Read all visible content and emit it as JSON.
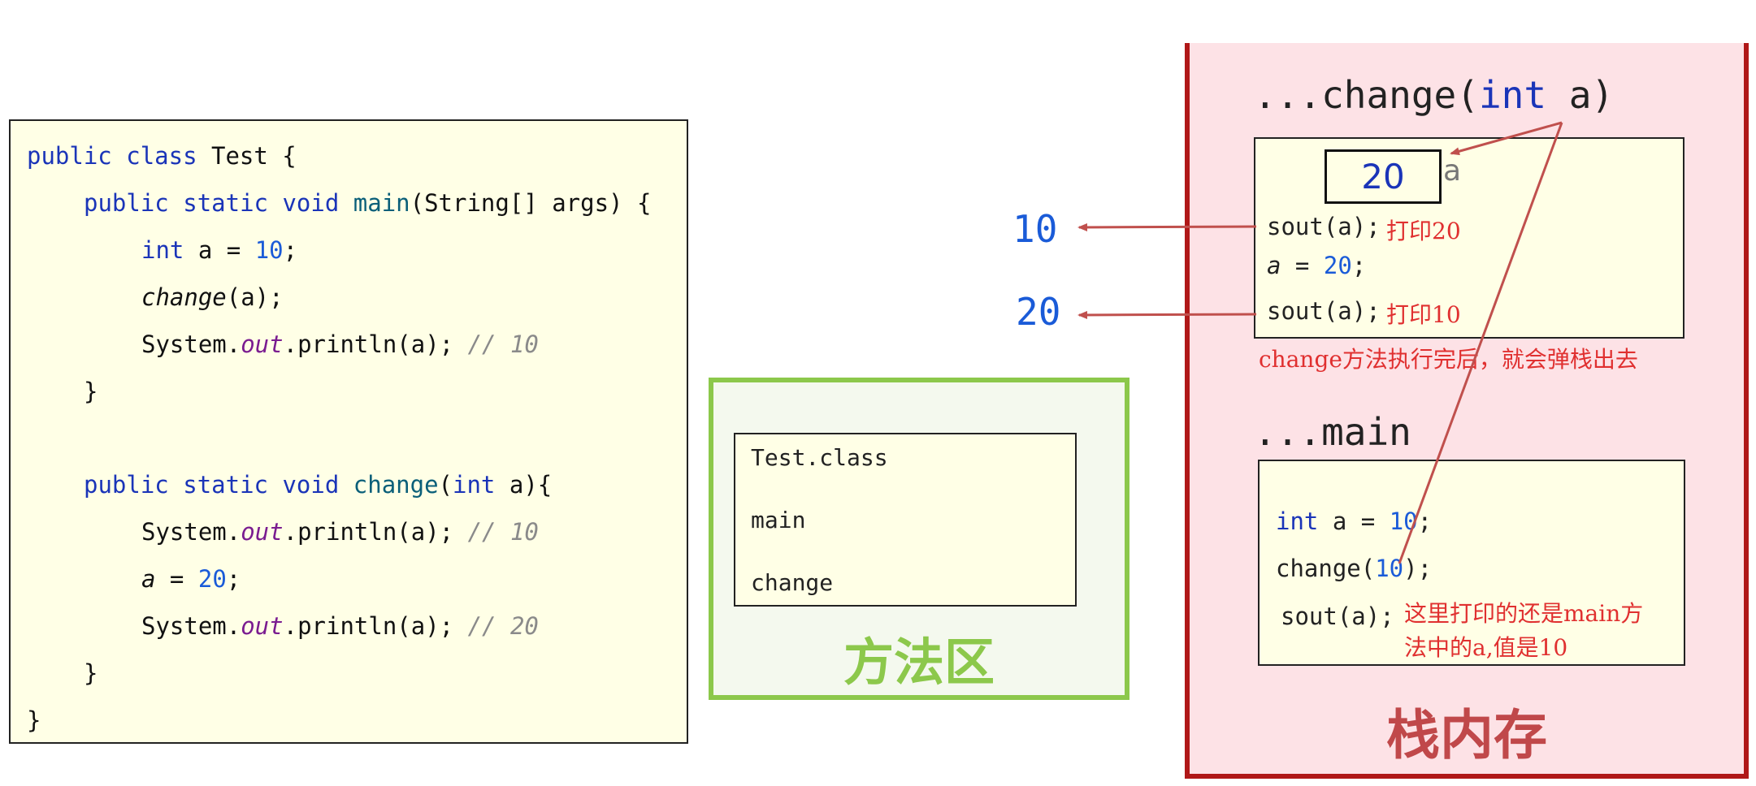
{
  "code": {
    "line1": [
      "public",
      " ",
      "class",
      " Test {"
    ],
    "line2": [
      "public",
      " ",
      "static",
      " ",
      "void",
      " ",
      "main",
      "(String[] args) {"
    ],
    "line3": [
      "int",
      " a = ",
      "10",
      ";"
    ],
    "line4": [
      "change",
      "(a);"
    ],
    "line5": [
      "System.",
      "out",
      ".println(a); ",
      "// 10"
    ],
    "line6": [
      "}"
    ],
    "line7": [
      "public",
      " ",
      "static",
      " ",
      "void",
      " ",
      "change",
      "(",
      "int",
      " a){"
    ],
    "line8": [
      "System.",
      "out",
      ".println(a); ",
      "// 10"
    ],
    "line9": [
      "a",
      " = ",
      "20",
      ";"
    ],
    "line10": [
      "System.",
      "out",
      ".println(a); ",
      "// 20"
    ],
    "line11": [
      "}"
    ],
    "line12": [
      "}"
    ]
  },
  "method_area": {
    "items": [
      "Test.class",
      "main",
      "change"
    ],
    "title": "方法区"
  },
  "stack": {
    "title": "栈内存",
    "change_frame": {
      "label_prefix": "...change(",
      "label_kw": "int",
      "label_suffix": " a)",
      "value": "20",
      "var": "a",
      "line1": "sout(a);",
      "note1": "打印20",
      "line2_var": "a",
      "line2_eq": " = ",
      "line2_num": "20",
      "line2_end": ";",
      "line3": "sout(a);",
      "note3": "打印10",
      "pop_note": "change方法执行完后，就会弹栈出去"
    },
    "main_frame": {
      "label": "...main",
      "line1_kw": "int",
      "line1_rest": " a = ",
      "line1_num": "10",
      "line1_end": ";",
      "line2_a": "change(",
      "line2_num": "10",
      "line2_end": ");",
      "line3": "sout(a);",
      "note_line1": "这里打印的还是main方",
      "note_line2": "法中的a,值是10"
    }
  },
  "outputs": [
    "10",
    "20"
  ],
  "colors": {
    "keyword": "#1a34b8",
    "number": "#1a5bd8",
    "arrow": "#c0504d",
    "note": "#e03030",
    "method_area": "#8cc84b",
    "stack_border": "#b01818"
  }
}
